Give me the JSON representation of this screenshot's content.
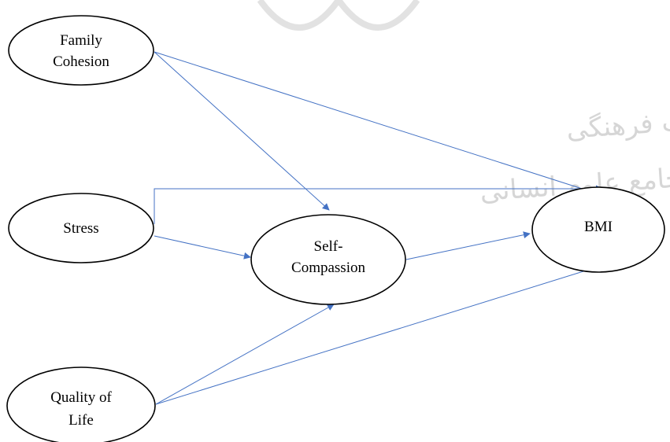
{
  "diagram": {
    "watermark": {
      "line1": "پژوهشگاه علوم انسانی و مطالعات فرهنگی",
      "line2": "پرتال جامع علوم انسانی"
    },
    "nodes": {
      "family_cohesion": {
        "line1": "Family",
        "line2": "Cohesion"
      },
      "stress": {
        "line1": "Stress"
      },
      "self_compassion": {
        "line1": "Self-",
        "line2": "Compassion"
      },
      "bmi": {
        "line1": "BMI"
      },
      "quality_of_life": {
        "line1": "Quality of",
        "line2": "Life"
      }
    },
    "edges": [
      {
        "from": "Family Cohesion",
        "to": "Self-Compassion"
      },
      {
        "from": "Family Cohesion",
        "to": "BMI"
      },
      {
        "from": "Stress",
        "to": "Self-Compassion"
      },
      {
        "from": "Stress",
        "to": "BMI"
      },
      {
        "from": "Self-Compassion",
        "to": "BMI"
      },
      {
        "from": "Quality of Life",
        "to": "Self-Compassion"
      },
      {
        "from": "Quality of Life",
        "to": "BMI"
      }
    ],
    "colors": {
      "edge": "#4472c4",
      "node_stroke": "#000000",
      "watermark": "#d6d6d6"
    }
  }
}
